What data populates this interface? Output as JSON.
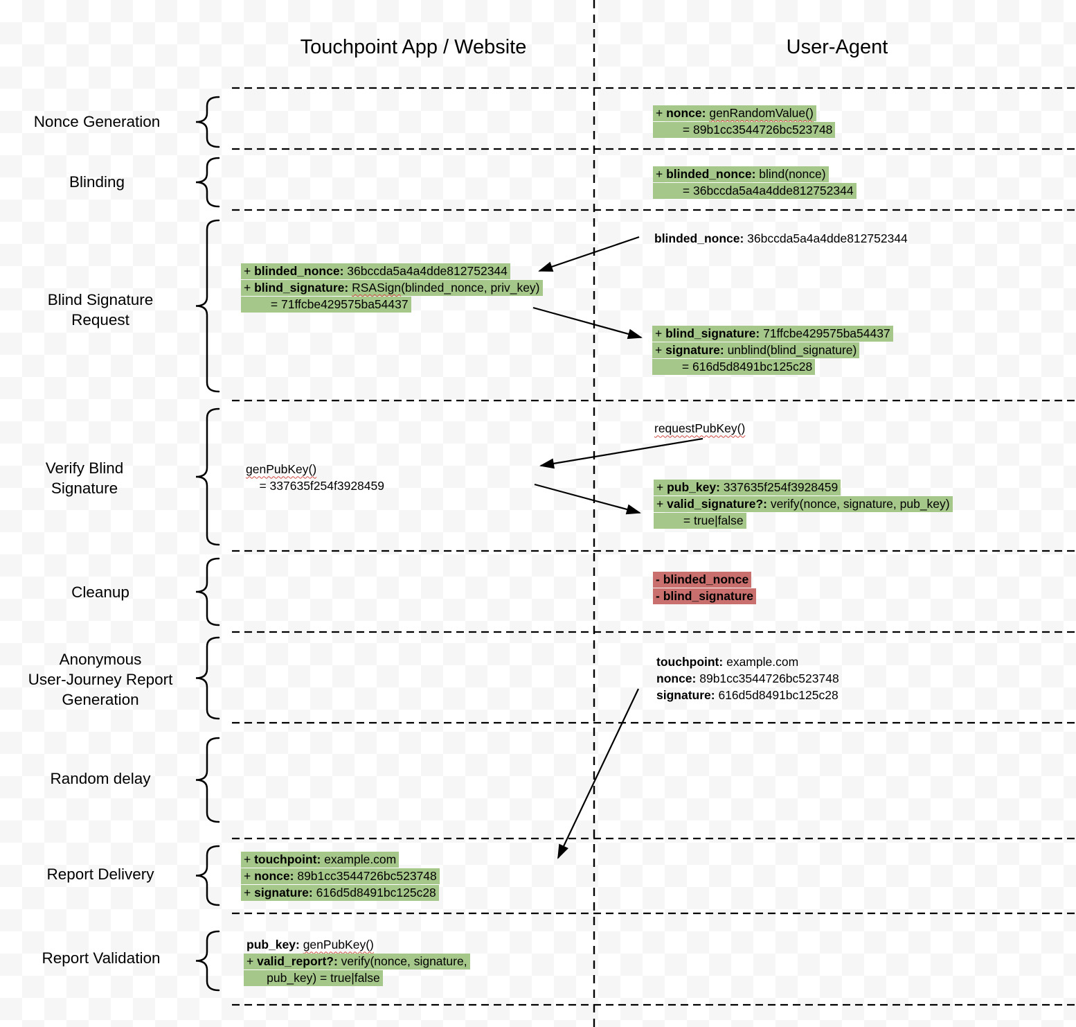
{
  "headers": {
    "left": "Touchpoint App / Website",
    "right": "User-Agent"
  },
  "colors": {
    "highlight_green": "#a6c78a",
    "highlight_red": "#c9706e",
    "line": "#000000",
    "squiggle": "#d24a43"
  },
  "sections": [
    {
      "id": "nonce-generation",
      "label": "Nonce Generation",
      "blocks": [
        {
          "id": "ua-gen-nonce",
          "color": "green",
          "lines": [
            {
              "hl": true,
              "segs": [
                {
                  "t": "+ "
                },
                {
                  "t": "nonce:",
                  "b": true
                },
                {
                  "t": " "
                },
                {
                  "t": "genRandomValue()",
                  "sq": true
                }
              ]
            },
            {
              "hl": true,
              "segs": [
                {
                  "t": "        = 89b1cc3544726bc523748"
                }
              ]
            }
          ]
        }
      ]
    },
    {
      "id": "blinding",
      "label": "Blinding",
      "blocks": [
        {
          "id": "ua-blind-nonce",
          "color": "green",
          "lines": [
            {
              "hl": true,
              "segs": [
                {
                  "t": "+ "
                },
                {
                  "t": "blinded_nonce:",
                  "b": true
                },
                {
                  "t": " blind(nonce)"
                }
              ]
            },
            {
              "hl": true,
              "segs": [
                {
                  "t": "        = 36bccda5a4a4dde812752344"
                }
              ]
            }
          ]
        }
      ]
    },
    {
      "id": "blind-signature-request",
      "label": "Blind Signature\nRequest",
      "blocks": [
        {
          "id": "ua-blinded-nonce-note",
          "color": "none",
          "lines": [
            {
              "hl": false,
              "segs": [
                {
                  "t": "blinded_nonce:",
                  "b": true
                },
                {
                  "t": " 36bccda5a4a4dde812752344"
                }
              ]
            }
          ]
        },
        {
          "id": "tp-blind-sign",
          "color": "green",
          "lines": [
            {
              "hl": true,
              "segs": [
                {
                  "t": "+ "
                },
                {
                  "t": "blinded_nonce:",
                  "b": true
                },
                {
                  "t": " 36bccda5a4a4dde812752344"
                }
              ]
            },
            {
              "hl": true,
              "segs": [
                {
                  "t": "+ "
                },
                {
                  "t": "blind_signature:",
                  "b": true
                },
                {
                  "t": " "
                },
                {
                  "t": "RSASign",
                  "sq": true
                },
                {
                  "t": "(blinded_nonce, priv_key)"
                }
              ]
            },
            {
              "hl": true,
              "segs": [
                {
                  "t": "        = 71ffcbe429575ba54437"
                }
              ]
            }
          ]
        },
        {
          "id": "ua-unblind",
          "color": "green",
          "lines": [
            {
              "hl": true,
              "segs": [
                {
                  "t": "+ "
                },
                {
                  "t": "blind_signature:",
                  "b": true
                },
                {
                  "t": " 71ffcbe429575ba54437"
                }
              ]
            },
            {
              "hl": true,
              "segs": [
                {
                  "t": "+ "
                },
                {
                  "t": "signature:",
                  "b": true
                },
                {
                  "t": " unblind(blind_signature)"
                }
              ]
            },
            {
              "hl": true,
              "segs": [
                {
                  "t": "        = 616d5d8491bc125c28"
                }
              ]
            }
          ]
        }
      ]
    },
    {
      "id": "verify-blind-signature",
      "label": "Verify Blind\nSignature",
      "blocks": [
        {
          "id": "ua-request-pubkey",
          "color": "none",
          "lines": [
            {
              "hl": false,
              "segs": [
                {
                  "t": "requestPubKey()",
                  "sq": true
                }
              ]
            }
          ]
        },
        {
          "id": "tp-gen-pubkey",
          "color": "none",
          "lines": [
            {
              "hl": false,
              "segs": [
                {
                  "t": "genPubKey()",
                  "sq": true
                }
              ]
            },
            {
              "hl": false,
              "segs": [
                {
                  "t": "    = 337635f254f3928459"
                }
              ]
            }
          ]
        },
        {
          "id": "ua-verify-signature",
          "color": "green",
          "lines": [
            {
              "hl": true,
              "segs": [
                {
                  "t": "+ "
                },
                {
                  "t": "pub_key:",
                  "b": true
                },
                {
                  "t": " 337635f254f3928459"
                }
              ]
            },
            {
              "hl": true,
              "segs": [
                {
                  "t": "+ "
                },
                {
                  "t": "valid_signature?:",
                  "b": true
                },
                {
                  "t": " verify(nonce, signature, pub_key)"
                }
              ]
            },
            {
              "hl": true,
              "segs": [
                {
                  "t": "        = true|false"
                }
              ]
            }
          ]
        }
      ]
    },
    {
      "id": "cleanup",
      "label": "Cleanup",
      "blocks": [
        {
          "id": "ua-cleanup",
          "color": "red",
          "lines": [
            {
              "hl": true,
              "segs": [
                {
                  "t": "- blinded_nonce",
                  "b": true
                }
              ]
            },
            {
              "hl": true,
              "segs": [
                {
                  "t": "- blind_signature",
                  "b": true
                }
              ]
            }
          ]
        }
      ]
    },
    {
      "id": "anonymous-report-generation",
      "label": "Anonymous\nUser-Journey Report\nGeneration",
      "blocks": [
        {
          "id": "ua-report-content",
          "color": "none",
          "lines": [
            {
              "hl": false,
              "segs": [
                {
                  "t": "touchpoint:",
                  "b": true
                },
                {
                  "t": " example.com"
                }
              ]
            },
            {
              "hl": false,
              "segs": [
                {
                  "t": "nonce:",
                  "b": true
                },
                {
                  "t": " 89b1cc3544726bc523748"
                }
              ]
            },
            {
              "hl": false,
              "segs": [
                {
                  "t": "signature:",
                  "b": true
                },
                {
                  "t": " 616d5d8491bc125c28"
                }
              ]
            }
          ]
        }
      ]
    },
    {
      "id": "random-delay",
      "label": "Random delay",
      "blocks": []
    },
    {
      "id": "report-delivery",
      "label": "Report Delivery",
      "blocks": [
        {
          "id": "tp-report-received",
          "color": "green",
          "lines": [
            {
              "hl": true,
              "segs": [
                {
                  "t": "+ "
                },
                {
                  "t": "touchpoint:",
                  "b": true
                },
                {
                  "t": " example.com"
                }
              ]
            },
            {
              "hl": true,
              "segs": [
                {
                  "t": "+ "
                },
                {
                  "t": "nonce:",
                  "b": true
                },
                {
                  "t": " 89b1cc3544726bc523748"
                }
              ]
            },
            {
              "hl": true,
              "segs": [
                {
                  "t": "+ "
                },
                {
                  "t": "signature:",
                  "b": true
                },
                {
                  "t": " 616d5d8491bc125c28"
                }
              ]
            }
          ]
        }
      ]
    },
    {
      "id": "report-validation",
      "label": "Report Validation",
      "blocks": [
        {
          "id": "tp-validate-report",
          "color": "green",
          "lines": [
            {
              "hl": false,
              "segs": [
                {
                  "t": "pub_key:",
                  "b": true
                },
                {
                  "t": " "
                },
                {
                  "t": "genPubKey()",
                  "sq": true
                }
              ]
            },
            {
              "hl": true,
              "segs": [
                {
                  "t": "+ "
                },
                {
                  "t": "valid_report?:",
                  "b": true
                },
                {
                  "t": " verify(nonce, signature,"
                }
              ]
            },
            {
              "hl": true,
              "segs": [
                {
                  "t": "      pub_key) = true|false"
                }
              ]
            }
          ]
        }
      ]
    }
  ]
}
